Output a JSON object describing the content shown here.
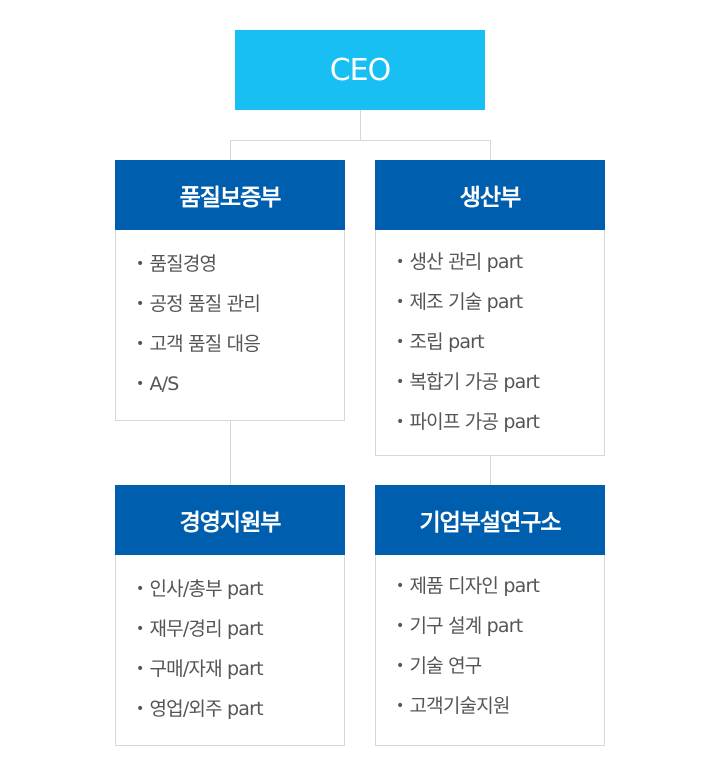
{
  "ceo": "CEO",
  "departments": [
    {
      "title": "품질보증부",
      "items": [
        "품질경영",
        "공정 품질 관리",
        "고객 품질 대응",
        "A/S"
      ]
    },
    {
      "title": "생산부",
      "items": [
        "생산 관리 part",
        "제조 기술 part",
        "조립 part",
        "복합기 가공 part",
        "파이프 가공 part"
      ]
    },
    {
      "title": "경영지원부",
      "items": [
        "인사/총부 part",
        "재무/경리 part",
        "구매/자재 part",
        "영업/외주 part"
      ]
    },
    {
      "title": "기업부설연구소",
      "items": [
        "제품 디자인 part",
        "기구 설계 part",
        "기술 연구",
        "고객기술지원"
      ]
    }
  ]
}
